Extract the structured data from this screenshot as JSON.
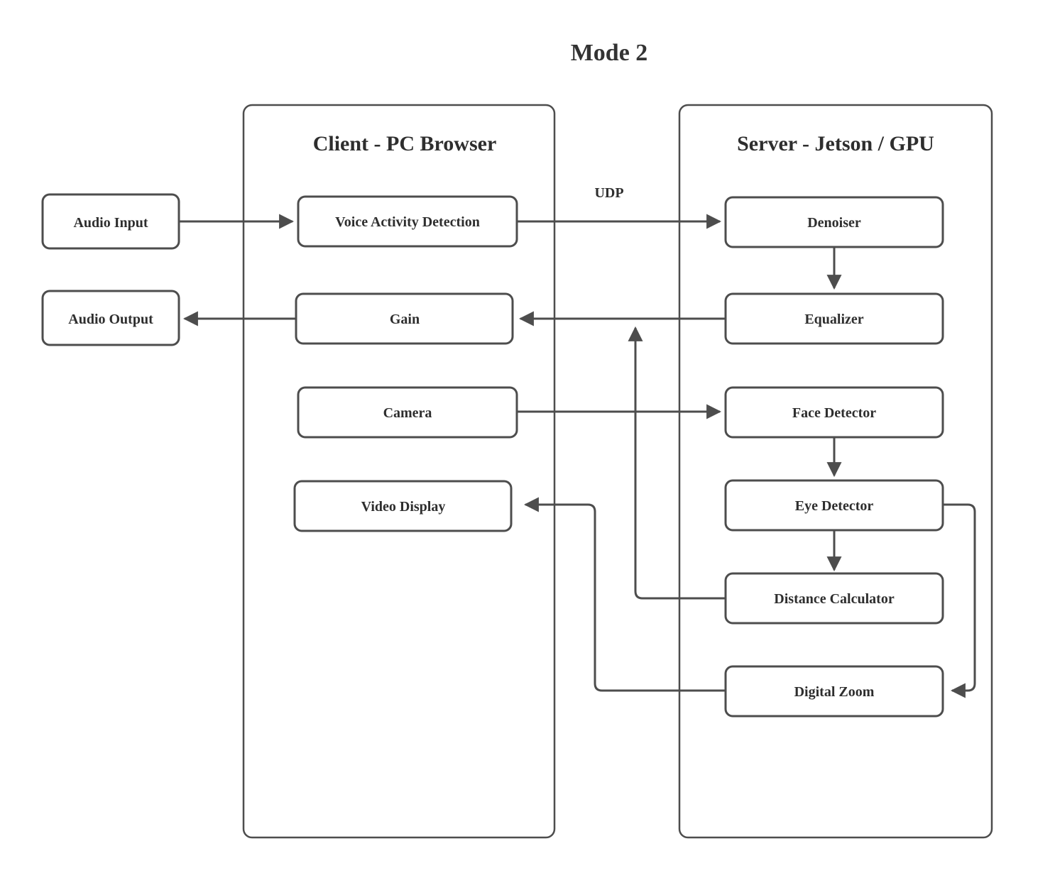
{
  "title": "Mode 2",
  "groups": [
    {
      "id": "client",
      "label": "Client - PC Browser"
    },
    {
      "id": "server",
      "label": "Server - Jetson / GPU"
    }
  ],
  "external_nodes": [
    {
      "id": "audio-input",
      "label": "Audio Input"
    },
    {
      "id": "audio-output",
      "label": "Audio Output"
    }
  ],
  "client_nodes": [
    {
      "id": "voice-activity-detection",
      "label": "Voice Activity Detection"
    },
    {
      "id": "gain",
      "label": "Gain"
    },
    {
      "id": "camera",
      "label": "Camera"
    },
    {
      "id": "video-display",
      "label": "Video Display"
    }
  ],
  "server_nodes": [
    {
      "id": "denoiser",
      "label": "Denoiser"
    },
    {
      "id": "equalizer",
      "label": "Equalizer"
    },
    {
      "id": "face-detector",
      "label": "Face Detector"
    },
    {
      "id": "eye-detector",
      "label": "Eye Detector"
    },
    {
      "id": "distance-calculator",
      "label": "Distance Calculator"
    },
    {
      "id": "digital-zoom",
      "label": "Digital Zoom"
    }
  ],
  "edge_labels": [
    {
      "id": "udp",
      "label": "UDP"
    }
  ],
  "colors": {
    "stroke": "#4d4d4d",
    "text": "#2e2e2e",
    "background": "#ffffff"
  }
}
